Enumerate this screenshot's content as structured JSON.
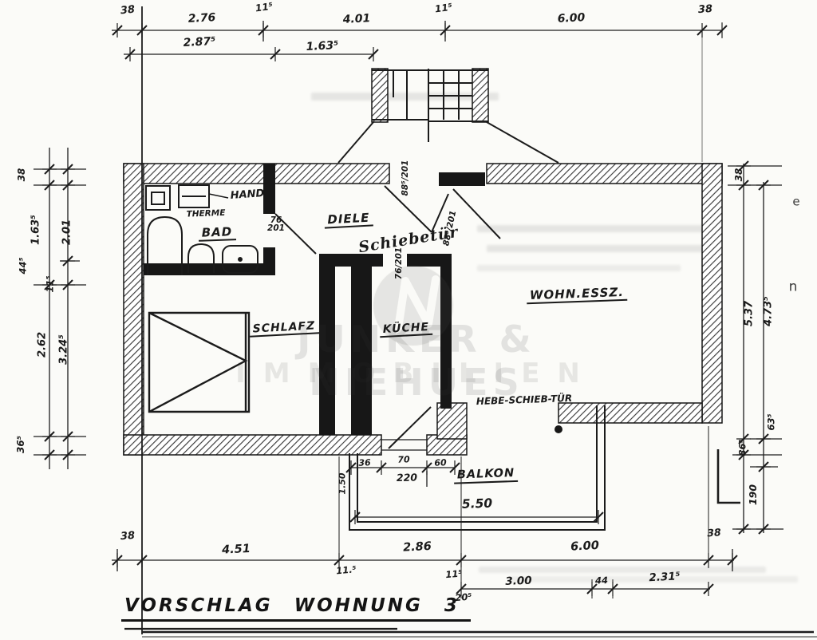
{
  "title": "VORSCHLAG WOHNUNG 3",
  "watermark": {
    "line1": "JUNKER & NIEHUES",
    "line2": "IMMOBILIEN"
  },
  "rooms": {
    "bad": "BAD",
    "diele": "DIELE",
    "schlafzimmer": "SCHLAFZ",
    "kueche": "KÜCHE",
    "wohn_esszimmer": "WOHN.ESSZ.",
    "balkon": "BALKON"
  },
  "fixtures": {
    "hand": "HAND",
    "therme": "THERME"
  },
  "doors": {
    "hebe_schieb_tuer": "HEBE-SCHIEB-TÜR",
    "schiebetuer": "Schiebetür",
    "bad_tuer": "76/201",
    "kueche_tuer": "76/201",
    "eingang_1": "88⁵/201",
    "eingang_2": "88⁵/201"
  },
  "dimensions": {
    "top_row1": [
      "38",
      "2.76",
      "11⁵",
      "4.01",
      "11⁵",
      "6.00",
      "38"
    ],
    "top_row2": [
      "2.87⁵",
      "1.63⁵"
    ],
    "left": [
      "38",
      "1.63⁵",
      "2.01",
      "44⁵",
      "11⁵",
      "2.62",
      "3.24⁵",
      "36⁵"
    ],
    "right": [
      "38",
      "5.37",
      "4.73⁵",
      "63⁵",
      "86⁵",
      "190"
    ],
    "bottom_row1": [
      "38",
      "4.51",
      "11.⁵",
      "2.86",
      "11⁵",
      "20⁵",
      "6.00",
      "38"
    ],
    "bottom_row2": [
      "3.00",
      "44",
      "2.31⁵"
    ],
    "balkon": [
      "36",
      "70",
      "60",
      "220",
      "1.50",
      "5.50"
    ]
  },
  "scan_artifacts": [
    "e",
    "n"
  ]
}
